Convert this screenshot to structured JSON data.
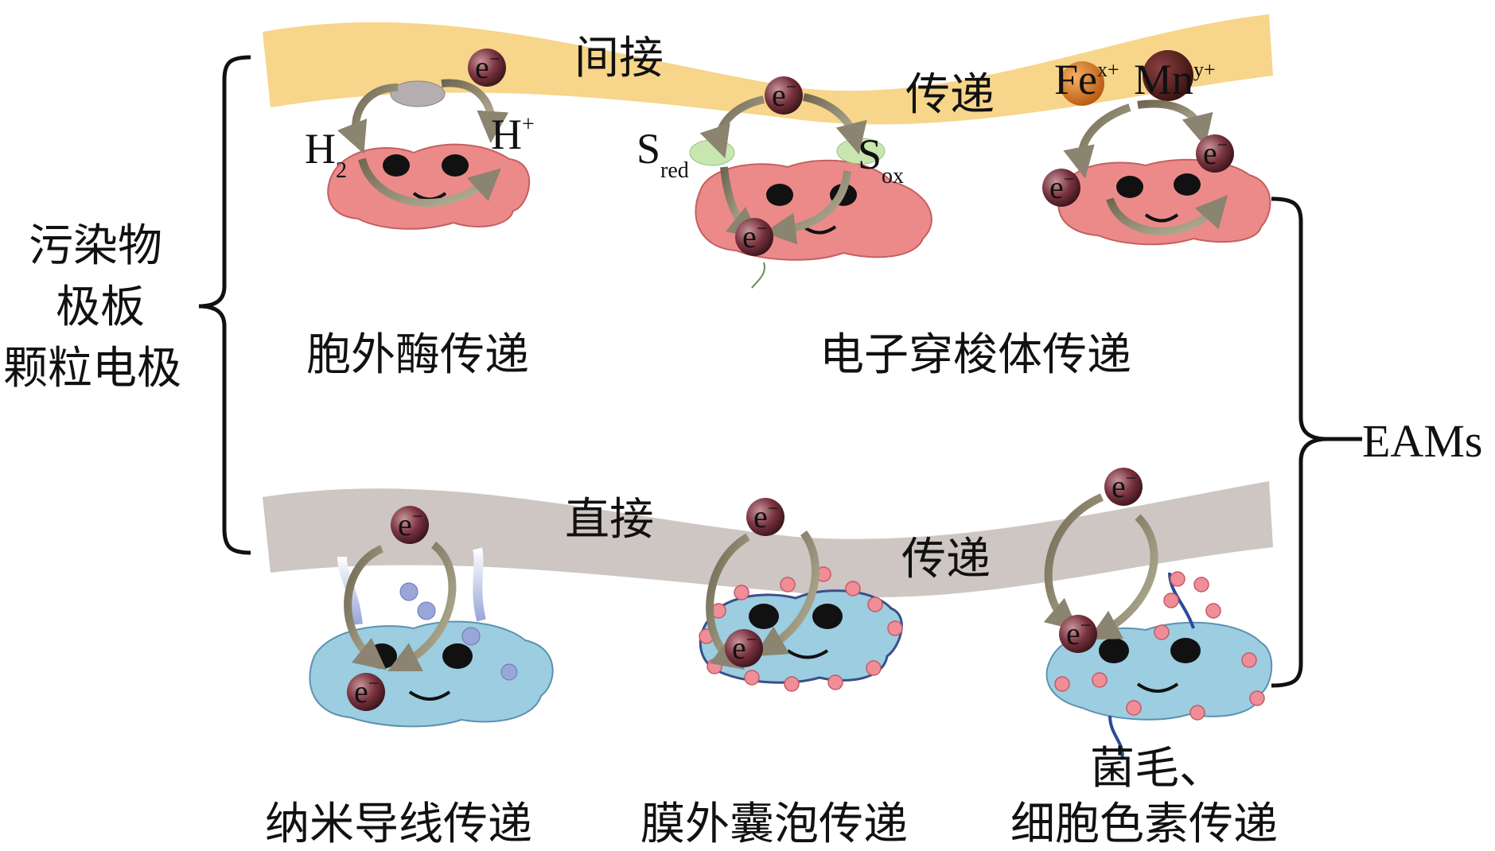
{
  "sources": [
    "污染物",
    "极板",
    "颗粒电极"
  ],
  "target": "EAMs",
  "indirect": {
    "band_text_1": "间接",
    "band_text_2": "传递",
    "band_color": "#f7d58a",
    "cell_color": "#ec8a8a",
    "panels": [
      {
        "caption": "胞外酶传递",
        "left_label": "H",
        "left_sub": "2",
        "right_label": "H",
        "right_sup": "+"
      },
      {
        "caption": "电子穿梭体传递",
        "left_label": "S",
        "left_sub": "red",
        "right_label": "S",
        "right_sub": "ox"
      },
      {
        "caption": "",
        "metal1": "Fe",
        "metal1_sup": "x+",
        "metal2": "Mn",
        "metal2_sup": "y+"
      }
    ]
  },
  "direct": {
    "band_text_1": "直接",
    "band_text_2": "传递",
    "band_color": "#cdc6c2",
    "cell_color": "#9ccde0",
    "panels": [
      {
        "caption": "纳米导线传递"
      },
      {
        "caption": "膜外囊泡传递"
      },
      {
        "caption_line1": "菌毛、",
        "caption_line2": "细胞色素传递"
      }
    ]
  },
  "electron": {
    "label": "e",
    "sup": "−"
  }
}
